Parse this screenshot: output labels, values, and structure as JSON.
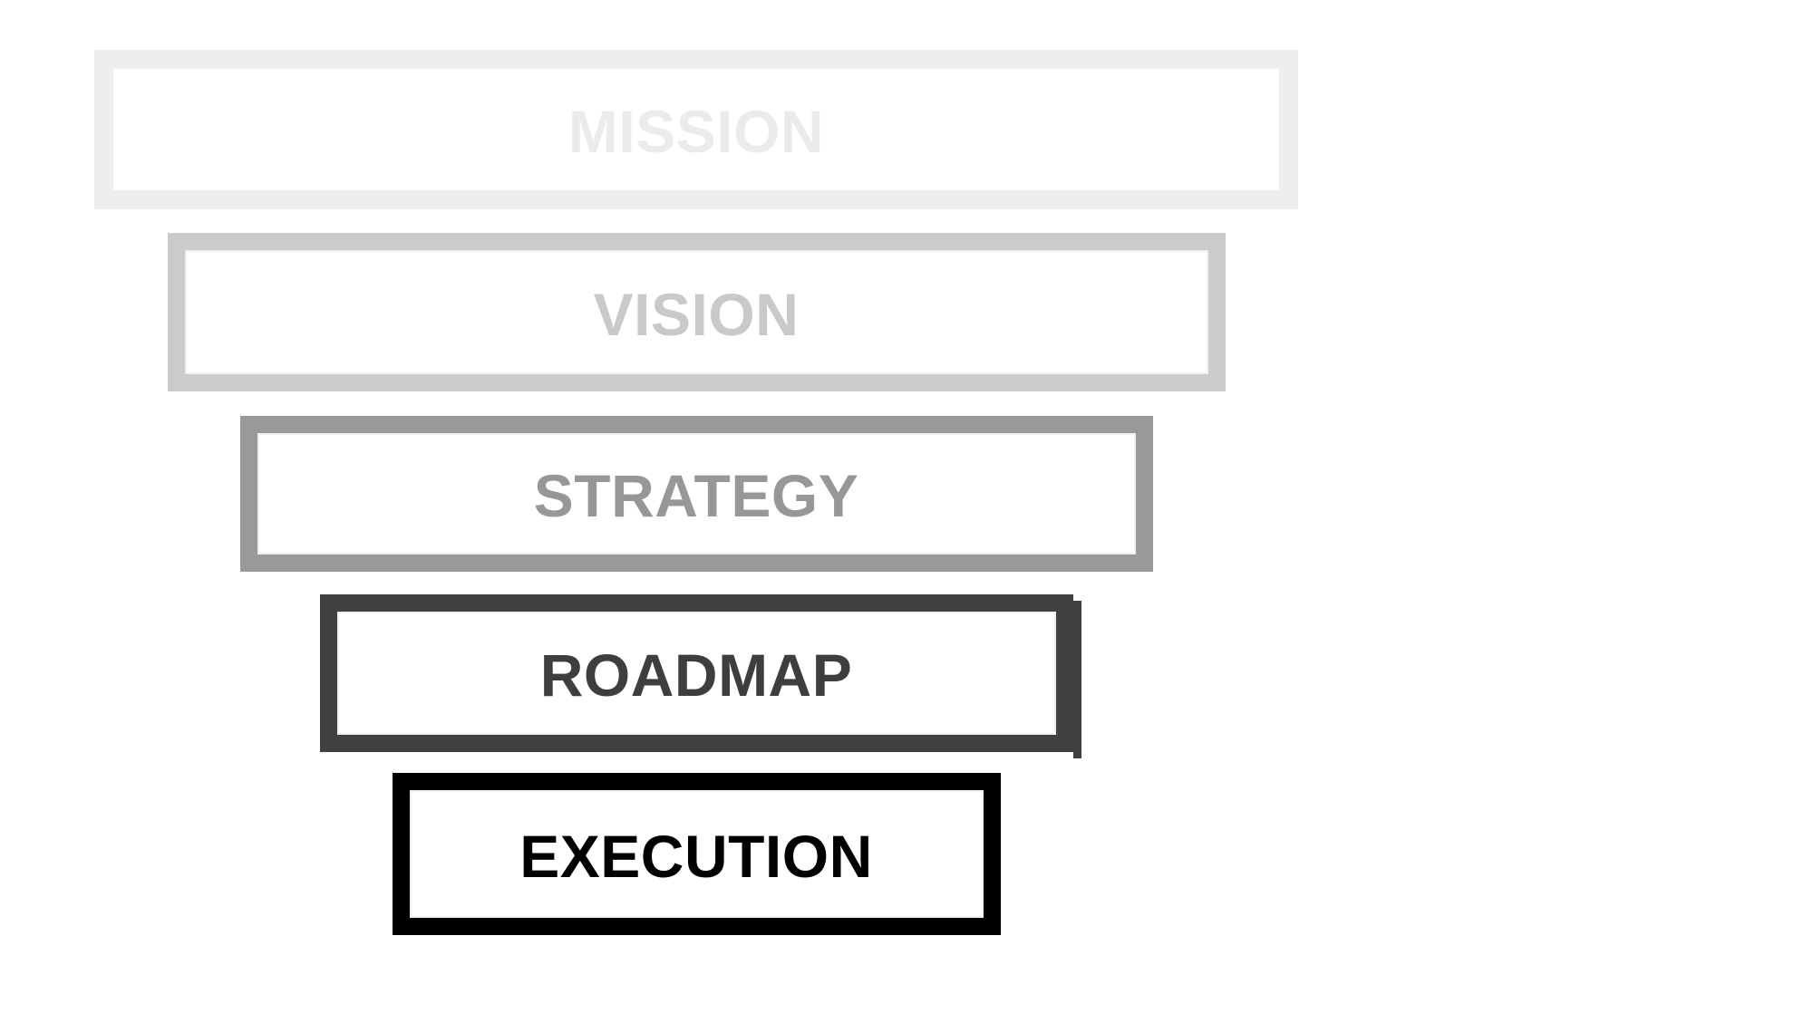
{
  "diagram": {
    "name": "strategy-alignment-pyramid",
    "background_color": "#ffffff",
    "levels": [
      {
        "label": "MISSION",
        "color": "#eeeeee",
        "text_color": "#ebebeb",
        "shadow": false
      },
      {
        "label": "VISION",
        "color": "#cbcbcb",
        "text_color": "#c9c9c9",
        "shadow": false
      },
      {
        "label": "STRATEGY",
        "color": "#999999",
        "text_color": "#979797",
        "shadow": false
      },
      {
        "label": "ROADMAP",
        "color": "#414141",
        "text_color": "#3e3e3e",
        "shadow": true
      },
      {
        "label": "EXECUTION",
        "color": "#000000",
        "text_color": "#000000",
        "shadow": false
      }
    ]
  }
}
